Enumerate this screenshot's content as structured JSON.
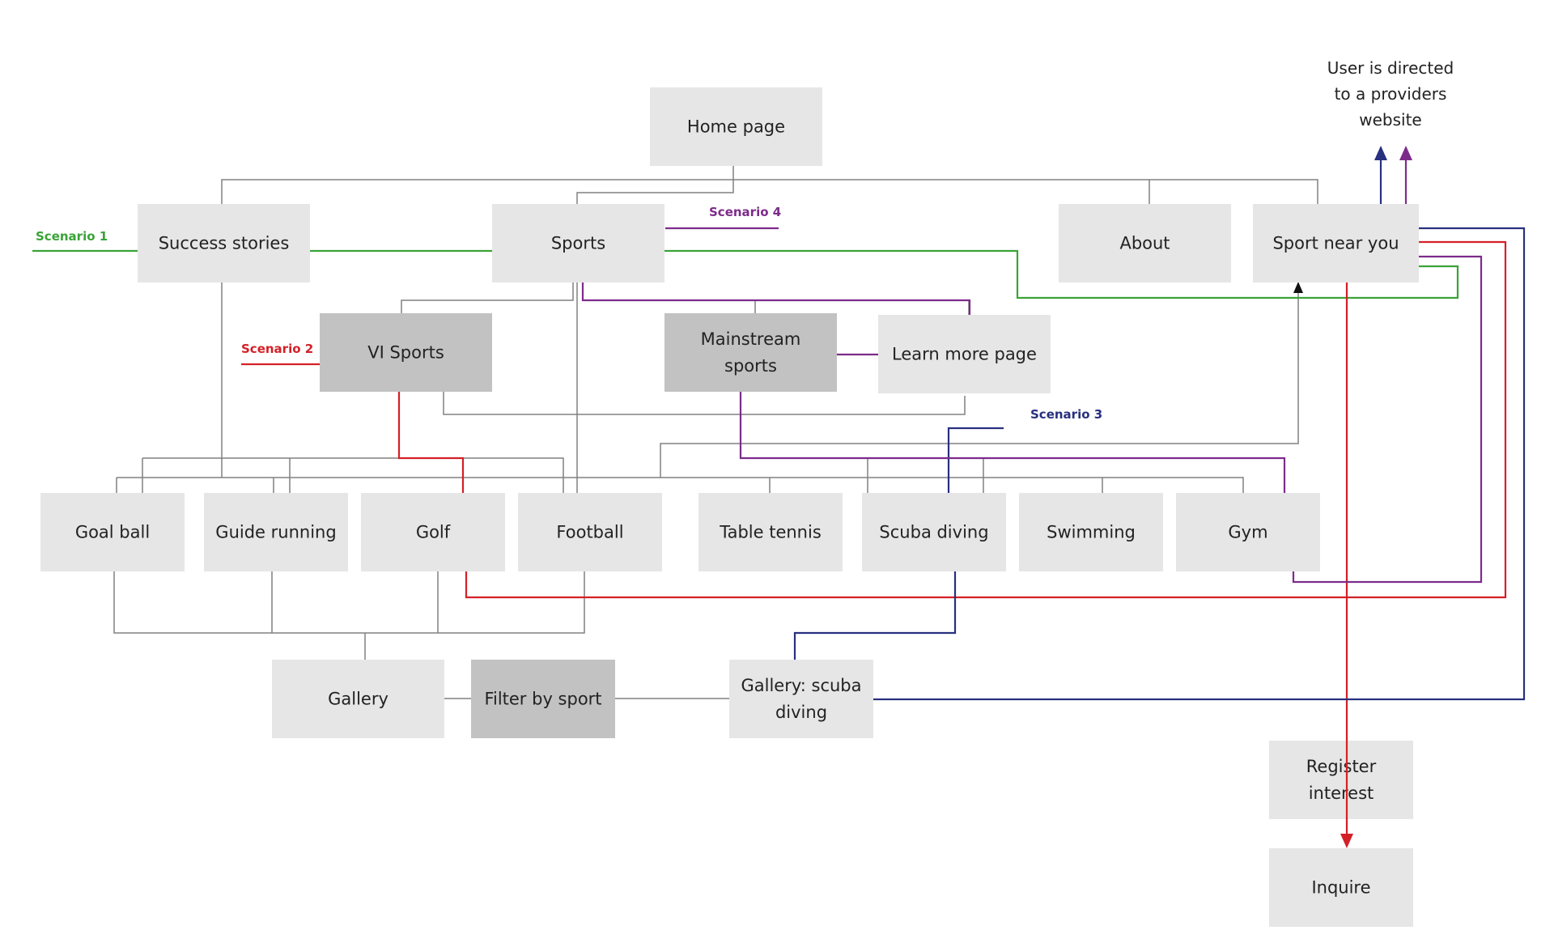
{
  "colors": {
    "box": "#e6e6e6",
    "box_dark": "#c2c2c2",
    "connector": "#808080",
    "scenario_1": "#3aa337",
    "scenario_2": "#d42027",
    "scenario_3": "#28307f",
    "scenario_4": "#7d2b8b"
  },
  "nodes": {
    "home": [
      "Home page"
    ],
    "success": [
      "Success stories"
    ],
    "sports": [
      "Sports"
    ],
    "about": [
      "About"
    ],
    "near": [
      "Sport near you"
    ],
    "vi": [
      "VI Sports"
    ],
    "mainstream": [
      "Mainstream",
      "sports"
    ],
    "learn": [
      "Learn more page"
    ],
    "goalball": [
      "Goal ball"
    ],
    "guide": [
      "Guide running"
    ],
    "golf": [
      "Golf"
    ],
    "football": [
      "Football"
    ],
    "tabletennis": [
      "Table tennis"
    ],
    "scuba": [
      "Scuba diving"
    ],
    "swimming": [
      "Swimming"
    ],
    "gym": [
      "Gym"
    ],
    "gallery": [
      "Gallery"
    ],
    "filter": [
      "Filter by sport"
    ],
    "galscuba": [
      "Gallery: scuba",
      "diving"
    ],
    "register": [
      "Register",
      "interest"
    ],
    "inquire": [
      "Inquire"
    ]
  },
  "scenarios": {
    "s1": "Scenario 1",
    "s2": "Scenario 2",
    "s3": "Scenario 3",
    "s4": "Scenario 4"
  },
  "note": [
    "User is directed",
    "to a providers",
    "website"
  ]
}
